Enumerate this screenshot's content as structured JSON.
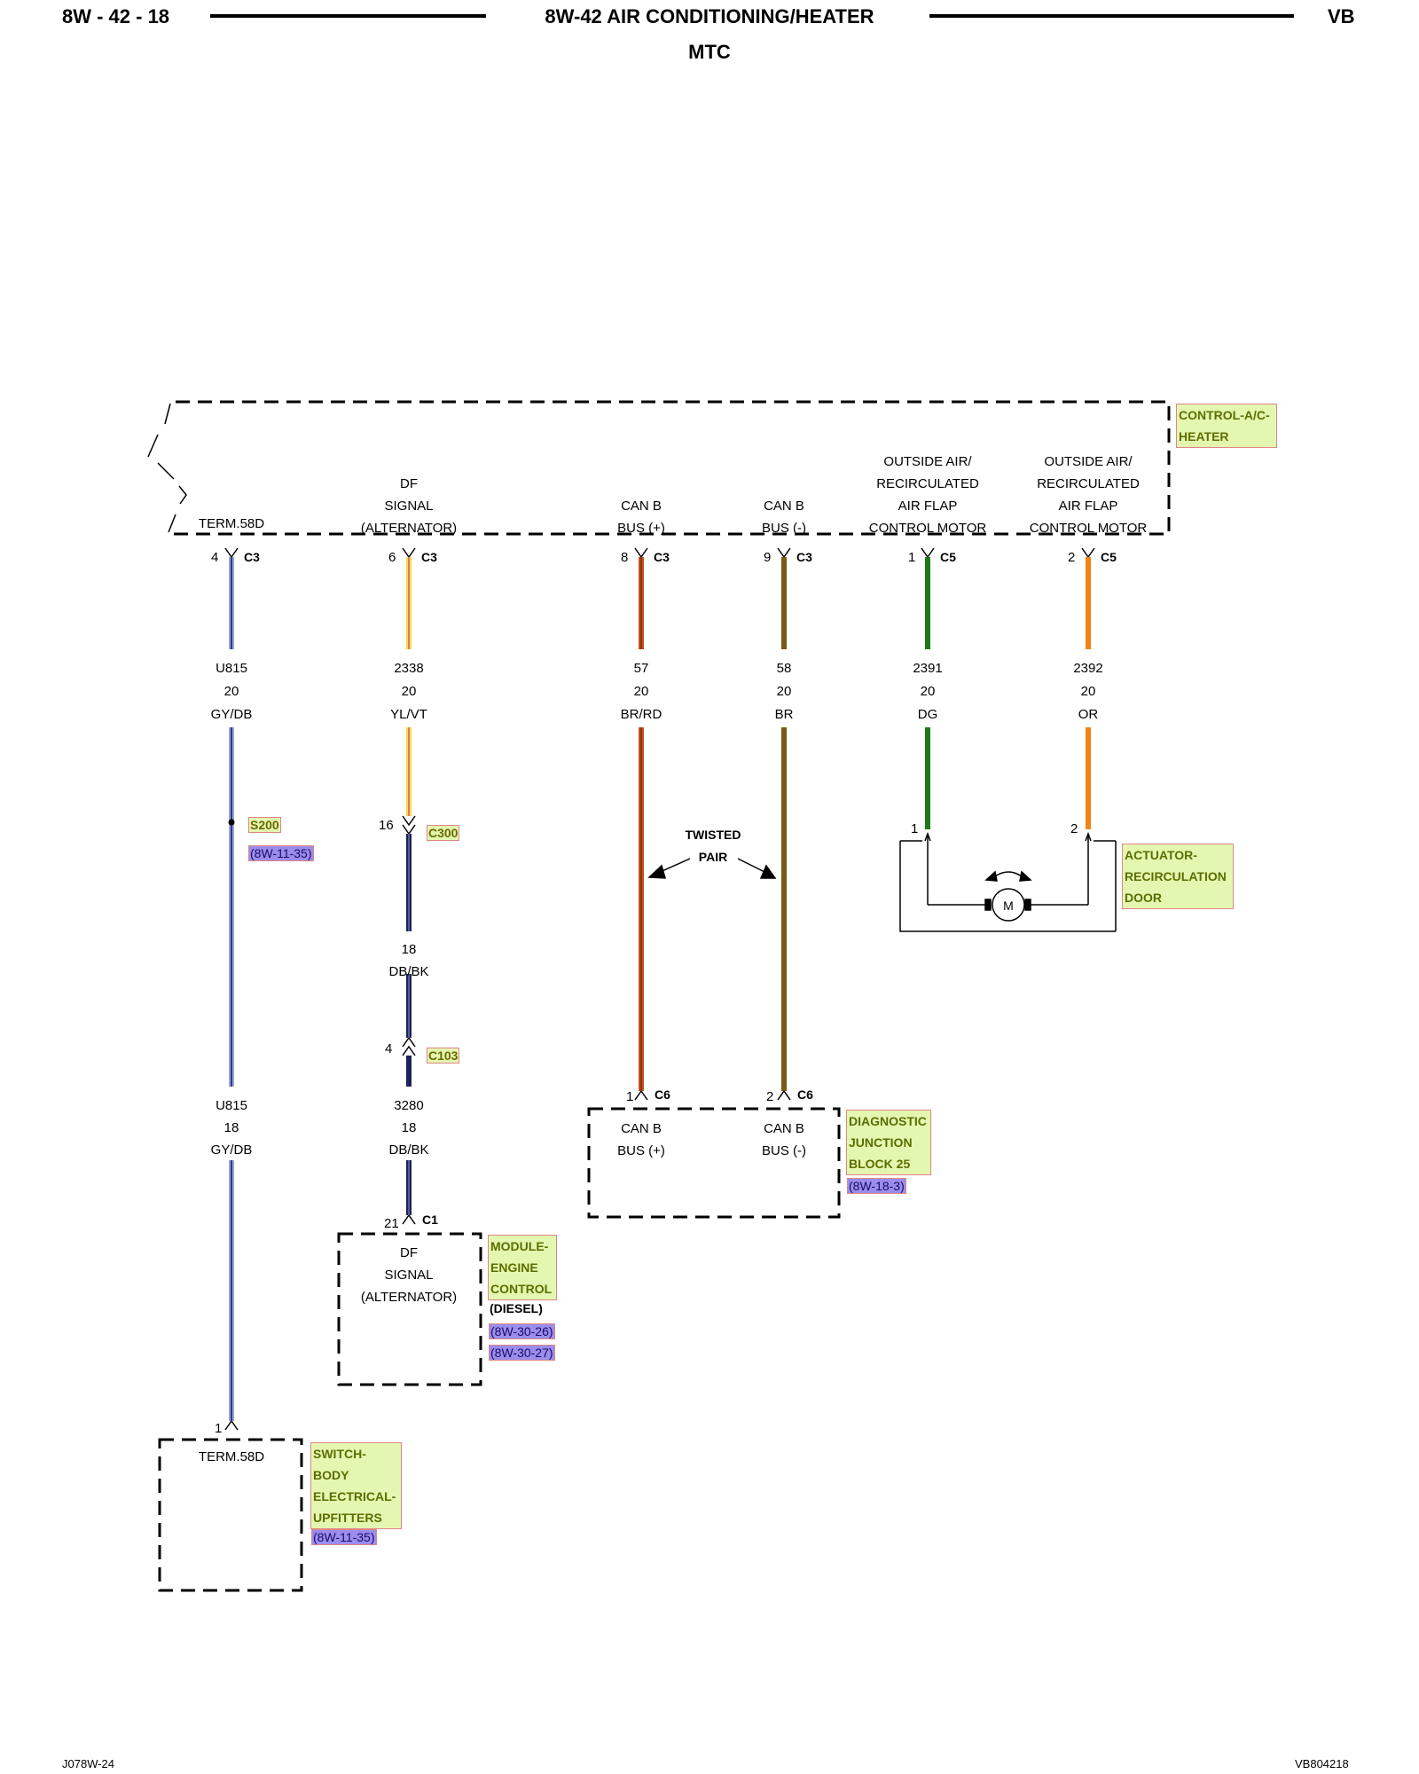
{
  "header": {
    "page_number": "8W - 42 - 18",
    "title": "8W-42 AIR CONDITIONING/HEATER",
    "subtitle": "MTC",
    "vehicle": "VB"
  },
  "footer": {
    "left_code": "J078W-24",
    "right_code": "VB804218"
  },
  "components": {
    "control_ac_heater": {
      "label": [
        "CONTROL-A/C-",
        "HEATER"
      ],
      "pins": {
        "term58d": "TERM.58D",
        "df_signal": [
          "DF",
          "SIGNAL",
          "(ALTERNATOR)"
        ],
        "can_b_plus": [
          "CAN B",
          "BUS (+)"
        ],
        "can_b_minus": [
          "CAN B",
          "BUS (-)"
        ],
        "flap1": [
          "OUTSIDE AIR/",
          "RECIRCULATED",
          "AIR FLAP",
          "CONTROL MOTOR"
        ],
        "flap2": [
          "OUTSIDE AIR/",
          "RECIRCULATED",
          "AIR FLAP",
          "CONTROL MOTOR"
        ]
      }
    },
    "actuator": {
      "label": [
        "ACTUATOR-",
        "RECIRCULATION",
        "DOOR"
      ],
      "motor": "M",
      "pin1": "1",
      "pin2": "2"
    },
    "diagnostic_junction": {
      "label": [
        "DIAGNOSTIC",
        "JUNCTION",
        "BLOCK 25"
      ],
      "ref": "(8W-18-3)",
      "pin_plus": [
        "CAN B",
        "BUS (+)"
      ],
      "pin_minus": [
        "CAN B",
        "BUS (-)"
      ]
    },
    "engine_module": {
      "label": [
        "MODULE-",
        "ENGINE",
        "CONTROL"
      ],
      "variant": "(DIESEL)",
      "refs": [
        "(8W-30-26)",
        "(8W-30-27)"
      ],
      "pin": [
        "DF",
        "SIGNAL",
        "(ALTERNATOR)"
      ]
    },
    "switch_body": {
      "label": [
        "SWITCH-",
        "BODY",
        "ELECTRICAL-",
        "UPFITTERS"
      ],
      "ref": "(8W-11-35)",
      "pin": "TERM.58D"
    }
  },
  "connectors": {
    "w1_top": {
      "pin": "4",
      "conn": "C3"
    },
    "w2_top": {
      "pin": "6",
      "conn": "C3"
    },
    "w3_top": {
      "pin": "8",
      "conn": "C3"
    },
    "w4_top": {
      "pin": "9",
      "conn": "C3"
    },
    "w5_top": {
      "pin": "1",
      "conn": "C5"
    },
    "w6_top": {
      "pin": "2",
      "conn": "C5"
    },
    "splice": {
      "name": "S200",
      "ref": "(8W-11-35)"
    },
    "c300": {
      "pin": "16",
      "conn": "C300"
    },
    "c103": {
      "pin": "4",
      "conn": "C103"
    },
    "c6_plus": {
      "pin": "1",
      "conn": "C6"
    },
    "c6_minus": {
      "pin": "2",
      "conn": "C6"
    },
    "c1": {
      "pin": "21",
      "conn": "C1"
    },
    "switch_pin": {
      "pin": "1"
    }
  },
  "wires": {
    "w1": {
      "circuit": "U815",
      "gauge": "20",
      "color": "GY/DB"
    },
    "w1b": {
      "circuit": "U815",
      "gauge": "18",
      "color": "GY/DB"
    },
    "w2": {
      "circuit": "2338",
      "gauge": "20",
      "color": "YL/VT"
    },
    "w2mid": {
      "gauge": "18",
      "color": "DB/BK"
    },
    "w2b": {
      "circuit": "3280",
      "gauge": "18",
      "color": "DB/BK"
    },
    "w3": {
      "circuit": "57",
      "gauge": "20",
      "color": "BR/RD"
    },
    "w4": {
      "circuit": "58",
      "gauge": "20",
      "color": "BR"
    },
    "w5": {
      "circuit": "2391",
      "gauge": "20",
      "color": "DG"
    },
    "w6": {
      "circuit": "2392",
      "gauge": "20",
      "color": "OR"
    }
  },
  "twisted_pair": [
    "TWISTED",
    "PAIR"
  ],
  "colors": {
    "label_fill": "#e4f7b0",
    "label_border": "#e08585",
    "ref_fill": "#9b8dec",
    "wire_gy_db": "#2d3d8f",
    "wire_yl_vt": "#f5e234",
    "wire_db_bk": "#1a2458",
    "wire_br_rd": "#c8521c",
    "wire_br": "#7a5a14",
    "wire_dg": "#1e7a18",
    "wire_or": "#f08418"
  }
}
